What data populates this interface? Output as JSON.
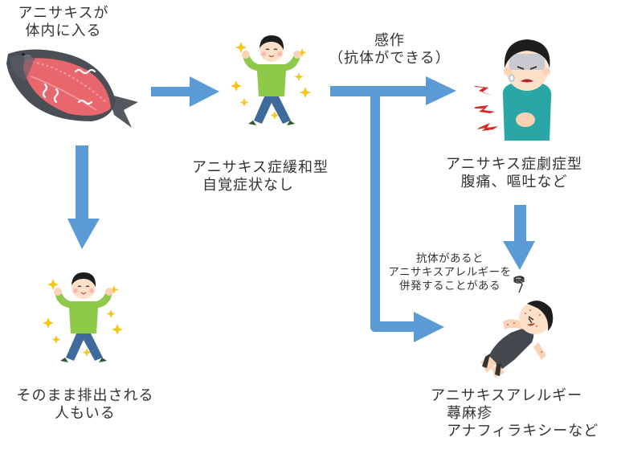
{
  "colors": {
    "arrow": "#5b9bd5",
    "text": "#333333",
    "background": "#ffffff"
  },
  "nodes": {
    "start": {
      "lines": [
        "アニサキスが",
        "体内に入る"
      ],
      "icon": "fish-with-anisakis-icon"
    },
    "mild": {
      "lines": [
        "アニサキス症緩和型",
        "自覚症状なし"
      ],
      "icon": "happy-person-icon"
    },
    "excreted": {
      "lines": [
        "そのまま排出される",
        "人もいる"
      ],
      "icon": "happy-person-icon"
    },
    "severe": {
      "lines": [
        "アニサキス症劇症型",
        "腹痛、嘔吐など"
      ],
      "icon": "stomachache-person-icon"
    },
    "allergy": {
      "lines": [
        "アニサキスアレルギー",
        "蕁麻疹",
        "アナフィラキシーなど"
      ],
      "icon": "collapsed-person-with-rash-icon"
    }
  },
  "edges": {
    "sensitization": {
      "lines": [
        "感作",
        "（抗体ができる）"
      ]
    },
    "allergy_note": {
      "lines": [
        "抗体があると",
        "アニサキスアレルギーを",
        "併発することがある"
      ]
    }
  }
}
